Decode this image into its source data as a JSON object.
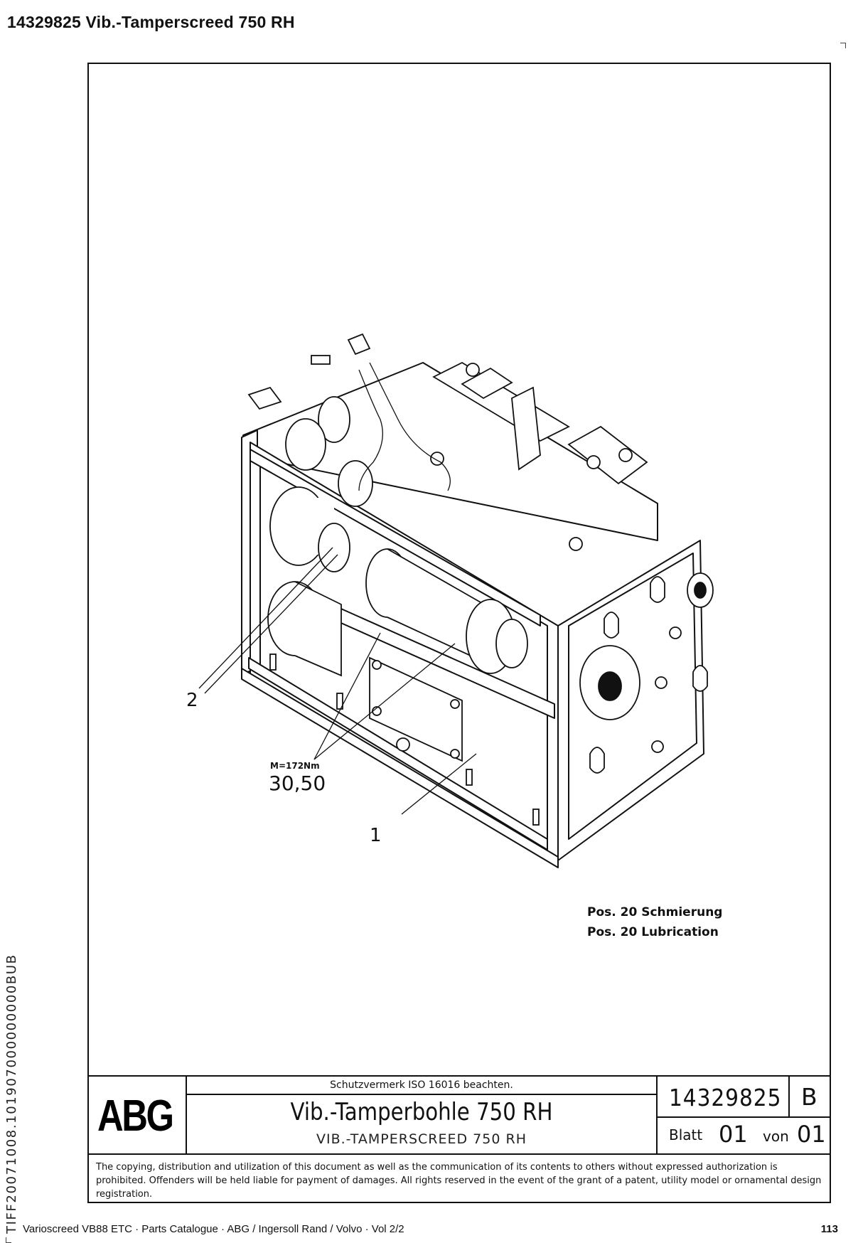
{
  "header": {
    "title": "14329825  Vib.-Tamperscreed 750 RH"
  },
  "side_code": "TIFF20071008.101907000000000BUB",
  "drawing": {
    "callouts": [
      {
        "label": "2"
      },
      {
        "label": "1"
      }
    ],
    "torque_spec": "M=172Nm",
    "torque_ref": "30,50",
    "notes": [
      "Pos. 20 Schmierung",
      "Pos. 20 Lubrication"
    ]
  },
  "title_block": {
    "logo": "ABG",
    "protection_notice": "Schutzvermerk ISO 16016 beachten.",
    "title_de": "Vib.-Tamperbohle 750 RH",
    "title_en": "VIB.-TAMPERSCREED 750 RH",
    "drawing_number": "14329825",
    "revision": "B",
    "sheet_label": "Blatt",
    "sheet_number": "01",
    "of_label": "von",
    "sheet_total": "01"
  },
  "copyright": "The copying, distribution and utilization of this document as well as the communication of its contents to others without expressed authorization is prohibited. Offenders will be held liable for payment of damages. All rights reserved in the event of the grant of a patent, utility model or ornamental design registration.",
  "footer": {
    "text": "Varioscreed VB88 ETC  ·  Parts Catalogue  ·  ABG / Ingersoll Rand / Volvo  ·  Vol 2/2",
    "page": "113"
  }
}
